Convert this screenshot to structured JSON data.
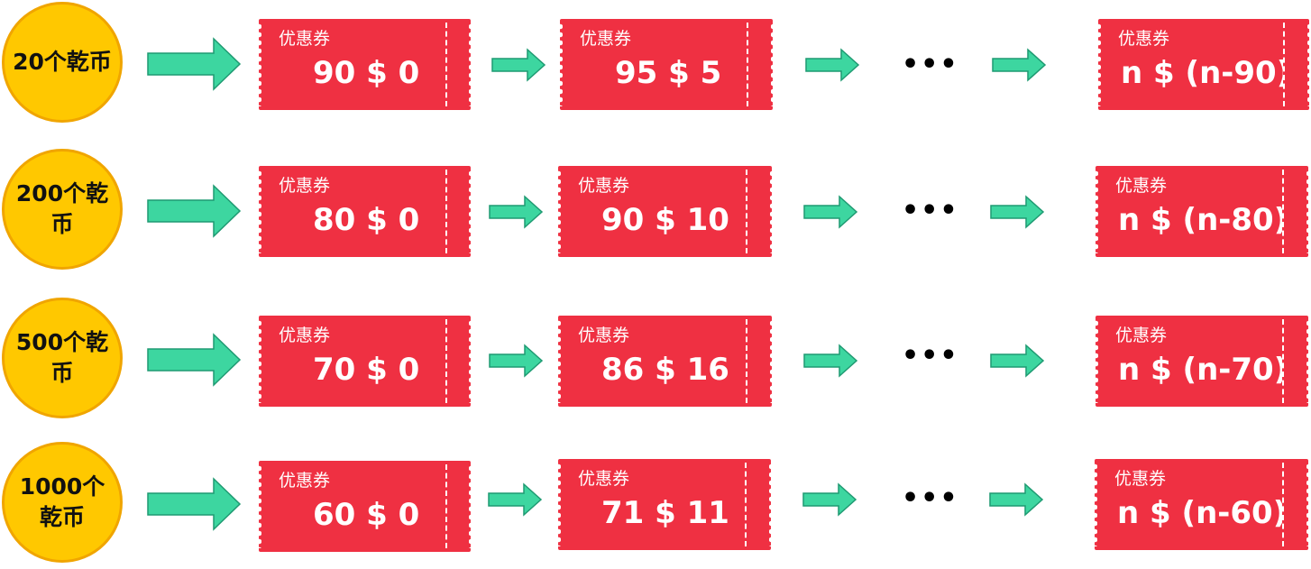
{
  "coupon_title": "优惠券",
  "ellipsis": "•••",
  "colors": {
    "coin_fill": "#ffc800",
    "coin_border": "#f0a500",
    "coupon_red": "#ef3042",
    "arrow_green": "#3dd6a0",
    "arrow_border": "#1f9a72"
  },
  "rows": [
    {
      "coin": "20个乾币",
      "coupons": [
        "90 $ 0",
        "95 $ 5",
        "n $ (n-90)"
      ]
    },
    {
      "coin": "200个乾币",
      "coupons": [
        "80 $ 0",
        "90 $ 10",
        "n $ (n-80)"
      ]
    },
    {
      "coin": "500个乾币",
      "coupons": [
        "70 $ 0",
        "86 $ 16",
        "n $ (n-70)"
      ]
    },
    {
      "coin": "1000个乾币",
      "coupons": [
        "60 $ 0",
        "71 $ 11",
        "n $ (n-60)"
      ]
    }
  ]
}
